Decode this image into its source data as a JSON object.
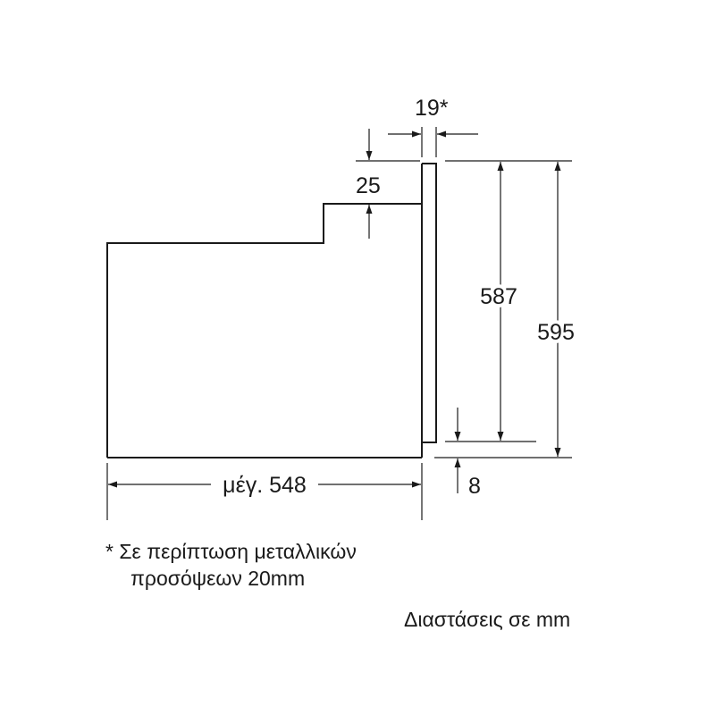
{
  "dimensions": {
    "front_thickness": "19*",
    "top_step": "25",
    "front_height": "587",
    "total_height": "595",
    "bottom_offset": "8",
    "depth": "μέγ. 548"
  },
  "footnote": {
    "line1": "* Σε περίπτωση μεταλλικών",
    "line2": "προσόψεων 20mm"
  },
  "units_note": "Διαστάσεις σε mm",
  "colors": {
    "line": "#1a1a1a",
    "background": "#ffffff"
  }
}
